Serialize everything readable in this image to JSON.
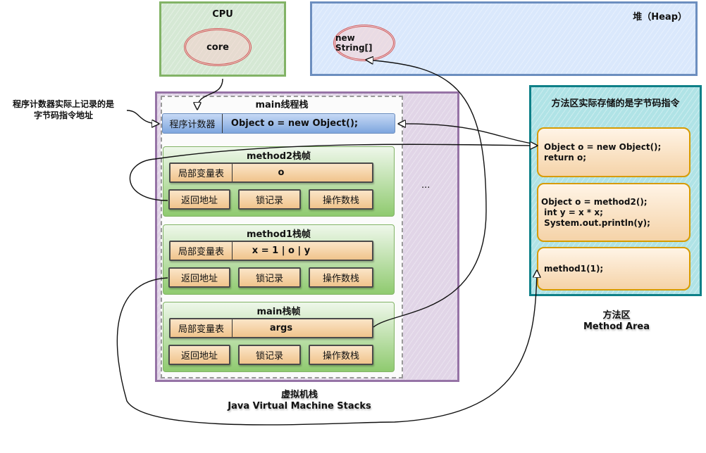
{
  "cpu": {
    "title": "CPU",
    "core": "core"
  },
  "heap": {
    "title": "堆（Heap）",
    "object": "new String[]"
  },
  "annotation": {
    "pc_note_line1": "程序计数器实际上记录的是",
    "pc_note_line2": "字节码指令地址"
  },
  "jvm_stacks": {
    "thread_title": "main线程栈",
    "ellipsis": "...",
    "program_counter": {
      "label": "程序计数器",
      "value": "Object o = new Object();"
    },
    "frames": [
      {
        "title": "method2栈帧",
        "local_vars_label": "局部变量表",
        "local_vars": "o",
        "return_address": "返回地址",
        "lock_record": "锁记录",
        "operand_stack": "操作数栈"
      },
      {
        "title": "method1栈帧",
        "local_vars_label": "局部变量表",
        "local_vars": "x = 1 | o | y",
        "return_address": "返回地址",
        "lock_record": "锁记录",
        "operand_stack": "操作数栈"
      },
      {
        "title": "main栈帧",
        "local_vars_label": "局部变量表",
        "local_vars": "args",
        "return_address": "返回地址",
        "lock_record": "锁记录",
        "operand_stack": "操作数栈"
      }
    ],
    "label_cn": "虚拟机栈",
    "label_en": "Java Virtual Machine Stacks"
  },
  "method_area": {
    "title": "方法区实际存储的是字节码指令",
    "blocks": [
      {
        "code": "Object o = new Object();\nreturn o;"
      },
      {
        "code": "Object o = method2();\n int y = x * x;\n System.out.println(y);"
      },
      {
        "code": "method1(1);"
      }
    ],
    "label_cn": "方法区",
    "label_en": "Method Area"
  },
  "colors": {
    "cpu_fill": "#d5e8d4",
    "cpu_border": "#82b366",
    "heap_fill": "#dae8fc",
    "heap_border": "#6c8ebf",
    "stack_fill": "#e1d5e7",
    "stack_border": "#9673a6",
    "method_area_fill": "#b0e3e6",
    "method_area_border": "#0e8088",
    "object_border": "#d25a5a"
  }
}
